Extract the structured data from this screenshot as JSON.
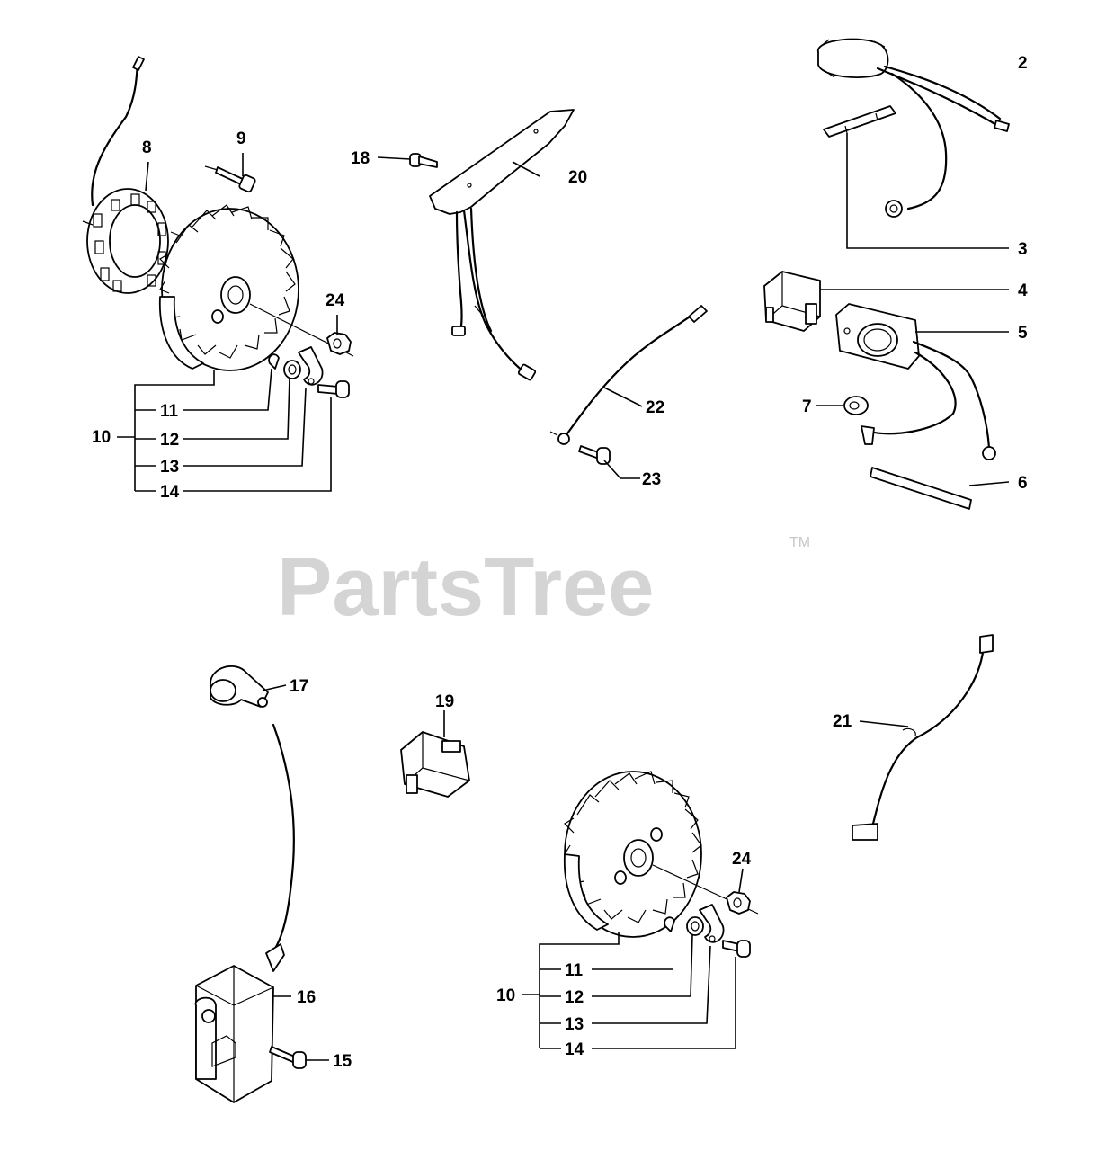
{
  "watermark": {
    "brand": "PartsTree",
    "trademark": "TM"
  },
  "labels": {
    "p2": "2",
    "p3": "3",
    "p4": "4",
    "p5": "5",
    "p6": "6",
    "p7": "7",
    "p8": "8",
    "p9": "9",
    "p10a": "10",
    "p11a": "11",
    "p12a": "12",
    "p13a": "13",
    "p14a": "14",
    "p15": "15",
    "p16": "16",
    "p17": "17",
    "p18": "18",
    "p19": "19",
    "p20": "20",
    "p21": "21",
    "p22": "22",
    "p23": "23",
    "p24a": "24",
    "p24b": "24",
    "p10b": "10",
    "p11b": "11",
    "p12b": "12",
    "p13b": "13",
    "p14b": "14"
  }
}
